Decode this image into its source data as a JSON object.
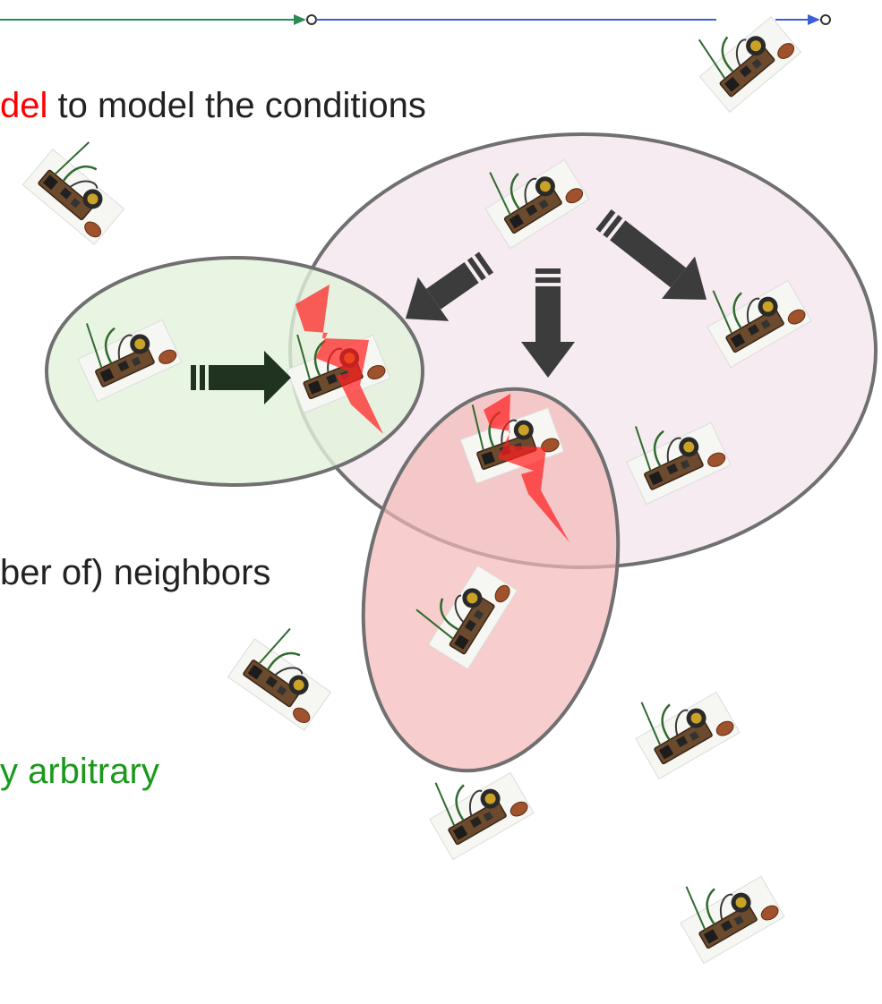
{
  "colors": {
    "green_line": "#2e8b57",
    "blue_line": "#3a5fd6",
    "red_text": "#ff0000",
    "green_text": "#1a9a1a",
    "dark_text": "#222222",
    "pink_ellipse": "#f4e8ee",
    "green_ellipse": "#e3f2dc",
    "red_ellipse": "#f4c0c0",
    "ellipse_stroke": "#707070",
    "arrow_fill": "#3c3c3c",
    "green_arrow_fill": "#1f3320",
    "lightning": "#ff2020"
  },
  "line1": {
    "red": "del",
    "rest": " to model the conditions"
  },
  "line2": {
    "text": "ber of) neighbors"
  },
  "line3": {
    "text": "y arbitrary"
  },
  "icons": {
    "node": "sensor-node-board-with-coin",
    "interference": "lightning-bolt",
    "transmission": "transmission-arrow"
  }
}
